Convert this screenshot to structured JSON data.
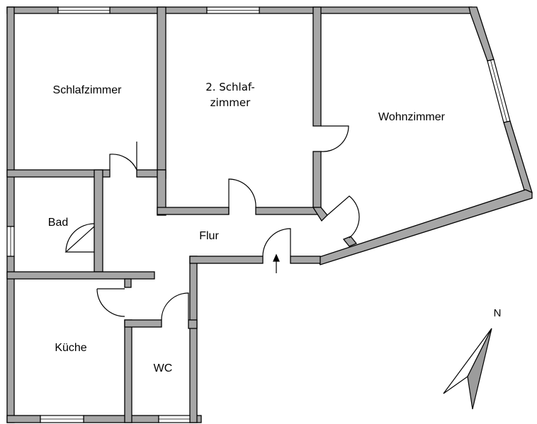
{
  "plan": {
    "rooms": {
      "schlafzimmer": "Schlafzimmer",
      "schlafzimmer2_line1": "2. Schlaf-",
      "schlafzimmer2_line2": "zimmer",
      "wohnzimmer": "Wohnzimmer",
      "bad": "Bad",
      "flur": "Flur",
      "kueche": "Küche",
      "wc": "WC"
    },
    "north_label": "N"
  },
  "colors": {
    "wall_fill": "#a6a6a6",
    "wall_stroke": "#000000",
    "background": "#ffffff"
  }
}
